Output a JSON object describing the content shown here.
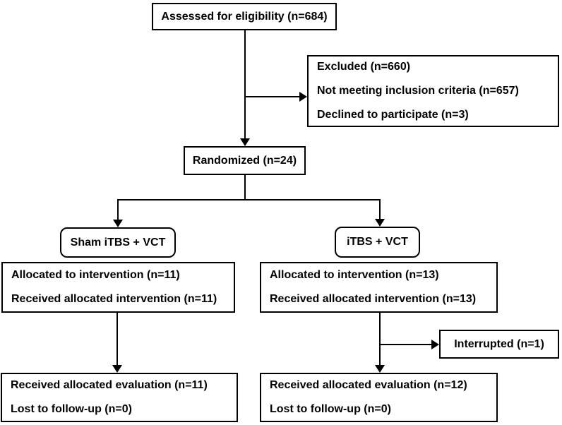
{
  "diagram": {
    "type": "consort-flow",
    "background_color": "#ffffff",
    "line_color": "#000000",
    "boxes": {
      "assessed": {
        "text": "Assessed for eligibility (n=684)"
      },
      "excluded": {
        "lines": [
          "Excluded (n=660)",
          "Not meeting inclusion criteria (n=657)",
          "Declined to participate (n=3)"
        ]
      },
      "randomized": {
        "text": "Randomized (n=24)"
      },
      "arm_left": {
        "text": "Sham iTBS + VCT"
      },
      "arm_right": {
        "text": "iTBS + VCT"
      },
      "alloc_left": {
        "lines": [
          "Allocated to intervention (n=11)",
          "Received allocated intervention (n=11)"
        ]
      },
      "alloc_right": {
        "lines": [
          "Allocated to intervention (n=13)",
          "Received allocated intervention (n=13)"
        ]
      },
      "interrupted": {
        "text": "Interrupted (n=1)"
      },
      "eval_left": {
        "lines": [
          "Received allocated evaluation (n=11)",
          "Lost to follow-up (n=0)"
        ]
      },
      "eval_right": {
        "lines": [
          "Received allocated evaluation (n=12)",
          "Lost to follow-up (n=0)"
        ]
      }
    }
  }
}
